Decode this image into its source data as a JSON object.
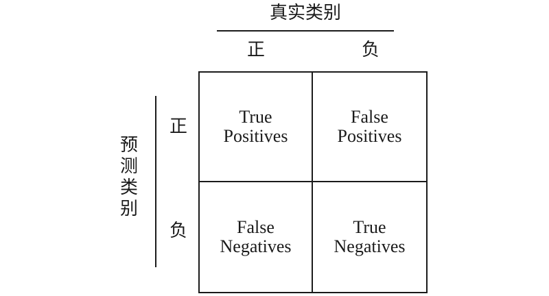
{
  "header": {
    "title": "真实类别",
    "columns": [
      "正",
      "负"
    ]
  },
  "side": {
    "title_chars": [
      "预",
      "测",
      "类",
      "别"
    ],
    "rows": [
      "正",
      "负"
    ]
  },
  "matrix": {
    "cells": [
      {
        "line1": "True",
        "line2": "Positives"
      },
      {
        "line1": "False",
        "line2": "Positives"
      },
      {
        "line1": "False",
        "line2": "Negatives"
      },
      {
        "line1": "True",
        "line2": "Negatives"
      }
    ]
  }
}
